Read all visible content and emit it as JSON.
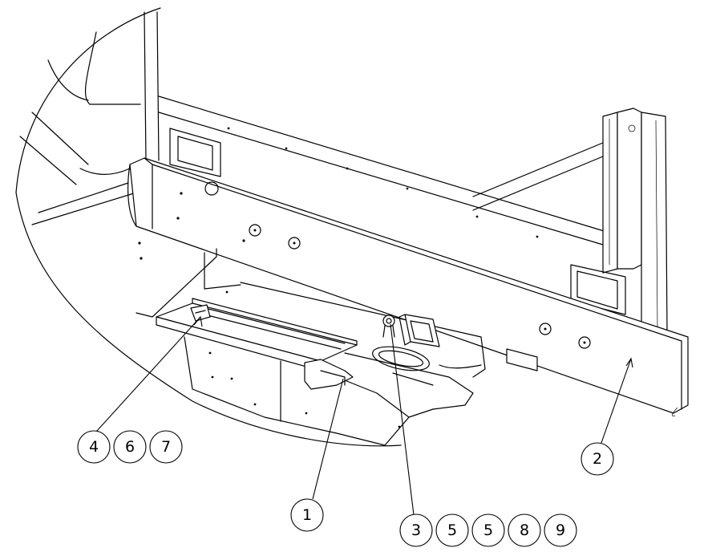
{
  "balloons": {
    "b1": "1",
    "b2": "2",
    "b3": "3",
    "b4": "4",
    "b5a": "5",
    "b5b": "5",
    "b6": "6",
    "b7": "7",
    "b8": "8",
    "b9": "9"
  }
}
